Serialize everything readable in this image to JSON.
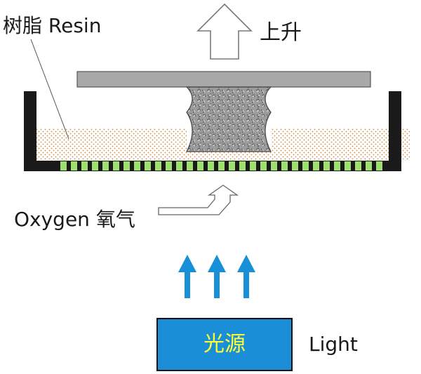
{
  "labels": {
    "resin": "树脂 Resin",
    "rise": "上升",
    "oxygen": "Oxygen 氧气",
    "light_source": "光源",
    "light": "Light"
  },
  "colors": {
    "vat_wall": "#1a1a1a",
    "platform": "#a8a8a8",
    "resin_dots": "#d08a3a",
    "window_cells": "#9ee070",
    "light_arrow": "#1890d8",
    "light_box": "#1a8fd8",
    "light_text": "#ffff33",
    "part": "#9a9a9a"
  },
  "icons": {
    "rise_arrow": "hollow-up-arrow-icon",
    "oxygen_arrow": "hollow-bent-arrow-icon",
    "light_arrows": "blue-up-arrow-icon"
  }
}
